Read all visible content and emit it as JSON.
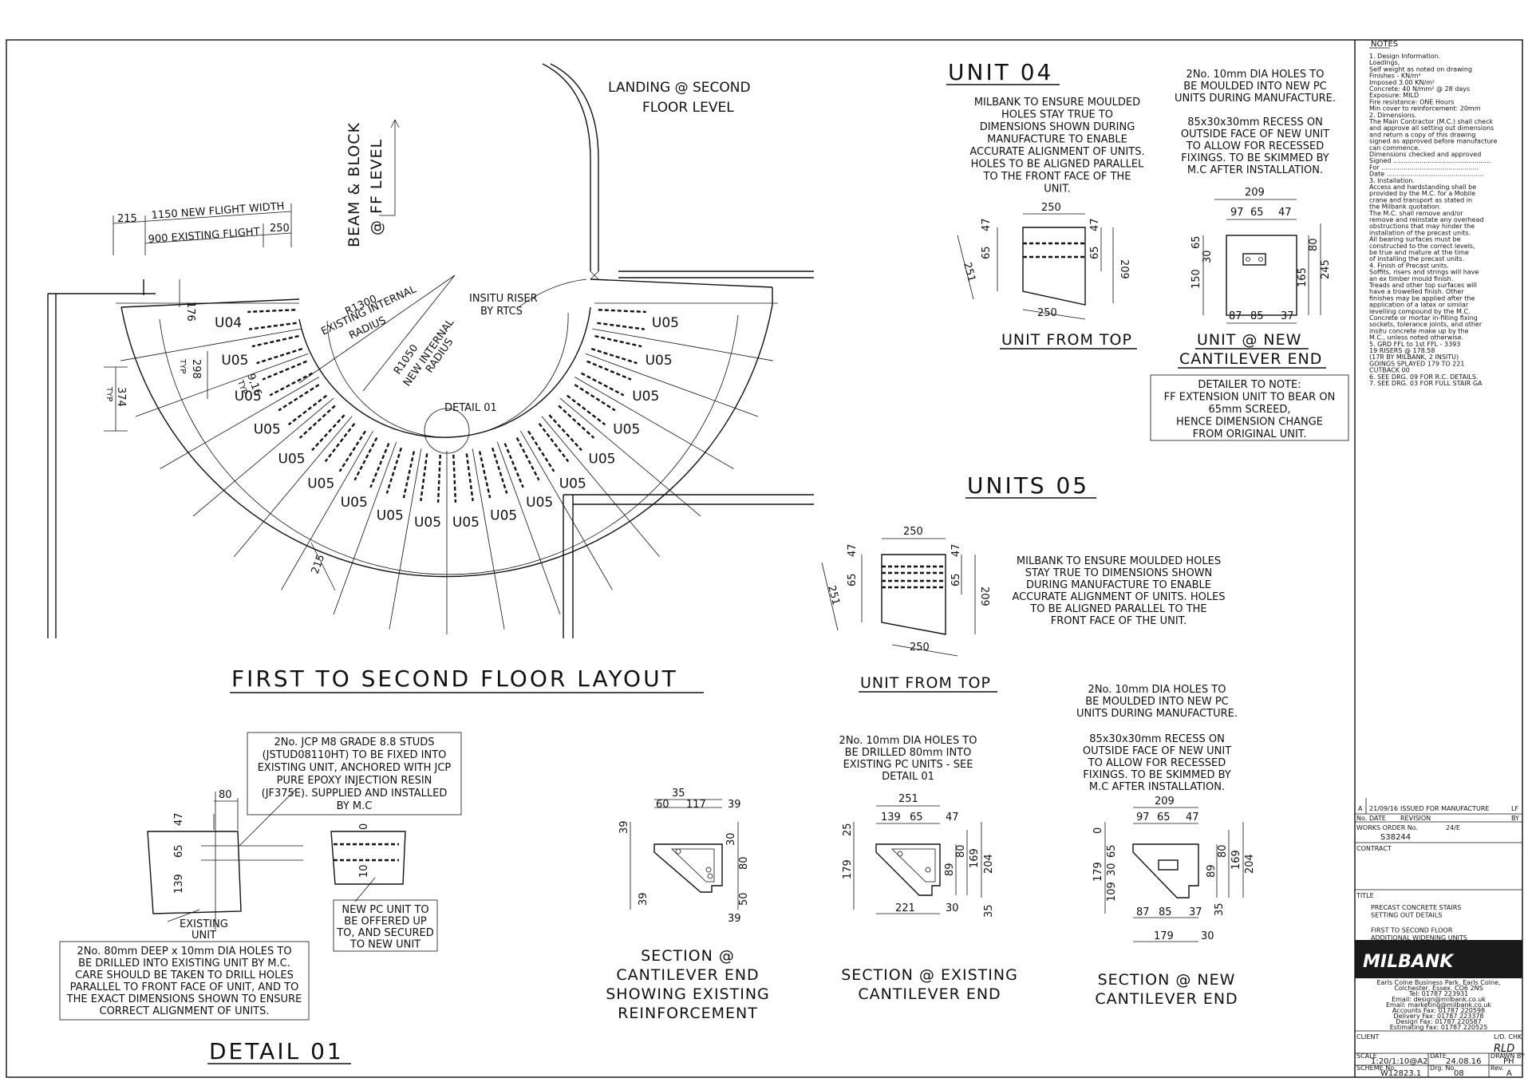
{
  "layout": {
    "title": "FIRST TO SECOND FLOOR LAYOUT",
    "landing": [
      "LANDING @ SECOND",
      "FLOOR LEVEL"
    ],
    "beam": [
      "BEAM & BLOCK",
      "@ FF LEVEL"
    ],
    "insitu": [
      "INSITU RISER",
      "BY RTCS"
    ],
    "r1300": "R1300",
    "r1300_note": [
      "EXISTING INTERNAL",
      "RADIUS"
    ],
    "r1050": "R1050",
    "r1050_note": [
      "NEW INTERNAL",
      "RADIUS"
    ],
    "detail_ref": "DETAIL 01",
    "dim_215": "215",
    "dim_1150": "1150 NEW FLIGHT WIDTH",
    "dim_900": "900 EXISTING FLIGHT",
    "dim_250": "250",
    "dim_176": "176",
    "dim_298": "298",
    "dim_374": "374",
    "dim_916": "9,16",
    "dim_typ": "TYP",
    "dim_215b": "215",
    "units": [
      "U04",
      "U05",
      "U05",
      "U05",
      "U05",
      "U05",
      "U05",
      "U05",
      "U05",
      "U05",
      "U05",
      "U05",
      "U05",
      "U05",
      "U05",
      "U05",
      "U05",
      "U05"
    ]
  },
  "unit04": {
    "title": "UNIT 04",
    "note1": [
      "MILBANK TO ENSURE MOULDED",
      "HOLES STAY TRUE TO",
      "DIMENSIONS SHOWN DURING",
      "MANUFACTURE TO ENABLE",
      "ACCURATE ALIGNMENT OF UNITS.",
      "HOLES TO BE ALIGNED PARALLEL",
      "TO THE FRONT FACE OF THE",
      "UNIT."
    ],
    "note2": [
      "2No. 10mm DIA HOLES TO",
      "BE MOULDED INTO NEW PC",
      "UNITS DURING MANUFACTURE."
    ],
    "note3": [
      "85x30x30mm RECESS ON",
      "OUTSIDE FACE OF NEW UNIT",
      "TO ALLOW FOR RECESSED",
      "FIXINGS. TO BE SKIMMED BY",
      "M.C AFTER INSTALLATION."
    ],
    "top_label": "UNIT FROM TOP",
    "end_label": [
      "UNIT @ NEW",
      "CANTILEVER END"
    ],
    "detailer": [
      "DETAILER TO NOTE:",
      "FF EXTENSION UNIT TO BEAR ON",
      "65mm SCREED,",
      "HENCE DIMENSION CHANGE",
      "FROM ORIGINAL UNIT."
    ],
    "d250": "250",
    "d250b": "250",
    "d47a": "47",
    "d65": "65",
    "d47b": "47",
    "d65b": "65",
    "d251": "251",
    "d209": "209",
    "d209t": "209",
    "d97": "97",
    "d65c": "65",
    "d47c": "47",
    "d65d": "65",
    "d30": "30",
    "d150": "150",
    "d80": "80",
    "d165": "165",
    "d245": "245",
    "d87": "87",
    "d85": "85",
    "d37": "37"
  },
  "units05": {
    "title": "UNITS 05",
    "note": [
      "MILBANK TO ENSURE MOULDED HOLES",
      "STAY TRUE TO DIMENSIONS SHOWN",
      "DURING MANUFACTURE TO ENABLE",
      "ACCURATE ALIGNMENT OF UNITS. HOLES",
      "TO BE ALIGNED PARALLEL TO THE",
      "FRONT FACE OF THE UNIT."
    ],
    "top_label": "UNIT FROM TOP",
    "d250": "250",
    "d250b": "250",
    "d47a": "47",
    "d65": "65",
    "d47b": "47",
    "d65b": "65",
    "d251": "251",
    "d209": "209"
  },
  "detail01": {
    "title": "DETAIL 01",
    "note_studs": [
      "2No. JCP M8 GRADE 8.8 STUDS",
      "(JSTUD08110HT) TO BE FIXED INTO",
      "EXISTING UNIT, ANCHORED WITH JCP",
      "PURE EPOXY INJECTION RESIN",
      "(JF375E). SUPPLIED AND INSTALLED",
      "BY M.C"
    ],
    "note_holes": [
      "2No. 80mm DEEP x 10mm DIA HOLES TO",
      "BE DRILLED INTO EXISTING UNIT BY M.C.",
      "CARE SHOULD BE TAKEN TO DRILL HOLES",
      "PARALLEL TO FRONT FACE OF UNIT, AND TO",
      "THE EXACT DIMENSIONS SHOWN TO ENSURE",
      "CORRECT ALIGNMENT OF UNITS."
    ],
    "note_new": [
      "NEW PC UNIT TO",
      "BE OFFERED UP",
      "TO, AND SECURED",
      "TO NEW UNIT"
    ],
    "existing": [
      "EXISTING",
      "UNIT"
    ],
    "d80": "80",
    "d47": "47",
    "d65": "65",
    "d139": "139",
    "d10": "10",
    "d0": "0"
  },
  "sec_reinf": {
    "label": [
      "SECTION @",
      "CANTILEVER END",
      "SHOWING EXISTING",
      "REINFORCEMENT"
    ],
    "d35": "35",
    "d60": "60",
    "d117": "117",
    "d39a": "39",
    "d39b": "39",
    "d30": "30",
    "d80": "80",
    "d50": "50",
    "d39c": "39",
    "d39d": "39"
  },
  "sec_exist": {
    "label": [
      "SECTION @ EXISTING",
      "CANTILEVER END"
    ],
    "note": [
      "2No. 10mm DIA HOLES TO",
      "BE DRILLED 80mm INTO",
      "EXISTING PC UNITS - SEE",
      "DETAIL 01"
    ],
    "d251": "251",
    "d139": "139",
    "d65": "65",
    "d47": "47",
    "d25": "25",
    "d179": "179",
    "d89": "89",
    "d80": "80",
    "d169": "169",
    "d204": "204",
    "d221": "221",
    "d30": "30",
    "d35": "35"
  },
  "sec_new": {
    "label": [
      "SECTION @ NEW",
      "CANTILEVER END"
    ],
    "note1": [
      "2No. 10mm DIA HOLES TO",
      "BE MOULDED INTO NEW PC",
      "UNITS DURING MANUFACTURE."
    ],
    "note2": [
      "85x30x30mm RECESS ON",
      "OUTSIDE FACE OF NEW UNIT",
      "TO ALLOW FOR RECESSED",
      "FIXINGS. TO BE SKIMMED BY",
      "M.C AFTER INSTALLATION."
    ],
    "d209": "209",
    "d97": "97",
    "d65": "65",
    "d47": "47",
    "d0": "0",
    "d65b": "65",
    "d30": "30",
    "d109": "109",
    "d179": "179",
    "d89": "89",
    "d80": "80",
    "d169": "169",
    "d204": "204",
    "d87": "87",
    "d85": "85",
    "d37": "37",
    "d35": "35",
    "d179b": "179",
    "d30b": "30"
  },
  "notes": {
    "heading": "NOTES",
    "lines": [
      "1. Design Information.",
      "   Loadings,",
      "   Self weight      as noted on drawing",
      "   Finishes                        - KN/m²",
      "   Imposed                   3.00 KN/m²",
      "   Concrete:      40 N/mm² @ 28 days",
      "   Exposure:                           MILD",
      "   Fire resistance:               ONE Hours",
      "   Min cover to reinforcement:   20mm",
      "2. Dimensions.",
      "   The Main Contractor (M.C.) shall check",
      "   and approve all setting out dimensions",
      "   and return a copy of this drawing",
      "   signed as approved before manufacture",
      "   can commence.",
      "   Dimensions checked and approved",
      "   Signed ................................................",
      "   For     ................................................",
      "   Date    ................................................",
      "3. Installation.",
      "   Access and hardstanding shall be",
      "   provided by the M.C. for a Mobile",
      "   crane and transport as stated in",
      "   the Milbank quotation.",
      "   The M.C. shall remove and/or",
      "   remove and reinstate any overhead",
      "   obstructions that may hinder the",
      "   installation of the precast units.",
      "   All bearing surfaces must be",
      "   constructed to the correct levels,",
      "   be true and mature at the time",
      "   of installing the precast units.",
      "4. Finish of Precast units.",
      "   Soffits, risers and strings will have",
      "   an ex timber mould finish.",
      "   Treads and other top surfaces will",
      "   have a trowelled finish. Other",
      "   finishes may be applied after the",
      "   application of a latex or similar",
      "   levelling compound by the M.C.",
      "   Concrete or mortar in-filling fixing",
      "   sockets, tolerance joints, and other",
      "   insitu concrete make up by the",
      "   M.C., unless noted otherwise.",
      "5. GRD FFL to 1st FFL - 3393",
      "   19 RISERS @ 178.58",
      "   (17R BY MILBANK, 2 INSITU)",
      "   GOINGS SPLAYED 179 TO 221",
      "   CUTBACK 00",
      "6. SEE DRG. 09 FOR R.C. DETAILS.",
      "7. SEE DRG. 03 FOR FULL STAIR GA"
    ]
  },
  "titleblock": {
    "rev": {
      "letter": "A",
      "date": "21/09/16",
      "desc": "ISSUED FOR MANUFACTURE",
      "by": "LF"
    },
    "rev_header": {
      "no": "No.",
      "date": "DATE",
      "revision": "REVISION",
      "by": "BY"
    },
    "works_order_label": "WORKS ORDER No.",
    "works_order": "S38244",
    "works_code": "24/E",
    "contract_label": "CONTRACT",
    "title_label": "TITLE",
    "title_lines": [
      "PRECAST CONCRETE STAIRS",
      "SETTING OUT DETAILS",
      "",
      "FIRST TO SECOND FLOOR",
      "ADDITIONAL WIDENING UNITS"
    ],
    "company": "MILBANK",
    "address": [
      "Earls Colne Business Park, Earls Colne,",
      "Colchester, Essex. CO6 2NS",
      "Tel: 01787 223931",
      "Email: design@milbank.co.uk",
      "Email: marketing@milbank.co.uk",
      "Accounts Fax: 01787 220598",
      "Delivery Fax: 01787 223378",
      "Design Fax: 01787 220587",
      "Estimating Fax: 01787 220525"
    ],
    "client_label": "CLIENT",
    "checked_label": "L/D. CHK",
    "checked_sig": "RLD",
    "scale_label": "SCALE",
    "scale": "1:20/1:10@A2",
    "date_label": "DATE",
    "date": "24.08.16",
    "drawn_label": "DRAWN BY",
    "drawn": "PH",
    "scheme_label": "SCHEME No.",
    "scheme": "W12823.1",
    "drg_label": "Drg. No.",
    "drg": "08",
    "rev_label": "Rev.",
    "rev_value": "A"
  },
  "colors": {
    "ink": "#111111",
    "paper": "#ffffff",
    "logo_bg": "#1a1a1a"
  }
}
